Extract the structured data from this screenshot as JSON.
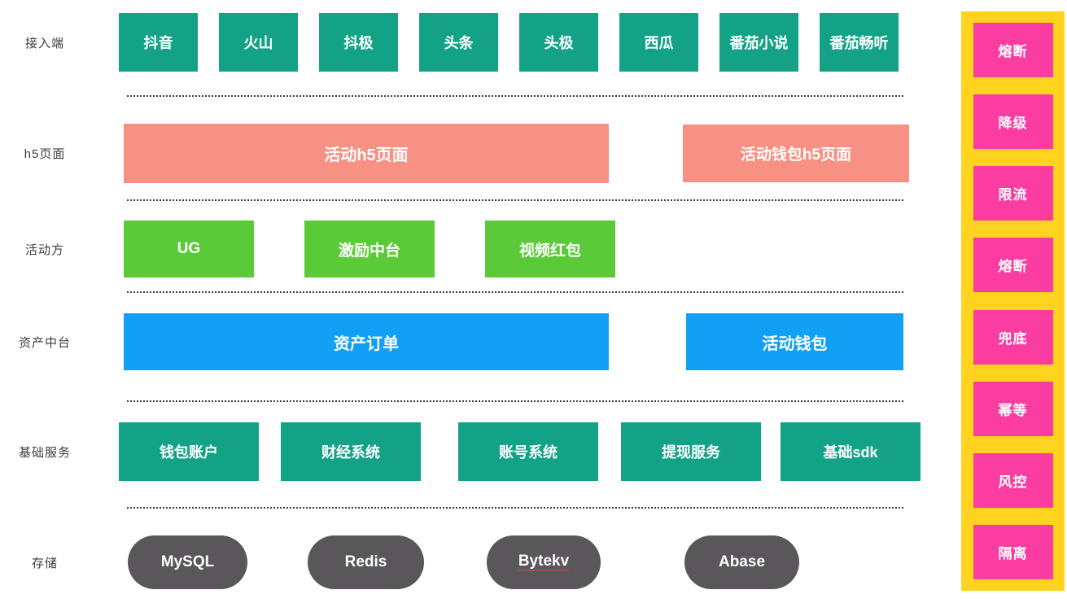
{
  "colors": {
    "teal": "#14A287",
    "green": "#5BCA38",
    "salmon": "#F79184",
    "blue": "#12A0F7",
    "yellow": "#FFD31F",
    "pink": "#FB3DA2",
    "gray": "#59575A"
  },
  "layers": [
    {
      "label": "接入端",
      "boxes": [
        "抖音",
        "火山",
        "抖极",
        "头条",
        "头极",
        "西瓜",
        "番茄小说",
        "番茄畅听"
      ]
    },
    {
      "label": "h5页面",
      "boxes": [
        "活动h5页面",
        "活动钱包h5页面"
      ]
    },
    {
      "label": "活动方",
      "boxes": [
        "UG",
        "激励中台",
        "视频红包"
      ]
    },
    {
      "label": "资产中台",
      "boxes": [
        "资产订单",
        "活动钱包"
      ]
    },
    {
      "label": "基础服务",
      "boxes": [
        "钱包账户",
        "财经系统",
        "账号系统",
        "提现服务",
        "基础sdk"
      ]
    },
    {
      "label": "存储",
      "boxes": [
        "MySQL",
        "Redis",
        "Bytekv",
        "Abase"
      ]
    }
  ],
  "rail": {
    "items": [
      "熔断",
      "降级",
      "限流",
      "熔断",
      "兜底",
      "幂等",
      "风控",
      "隔离"
    ]
  }
}
